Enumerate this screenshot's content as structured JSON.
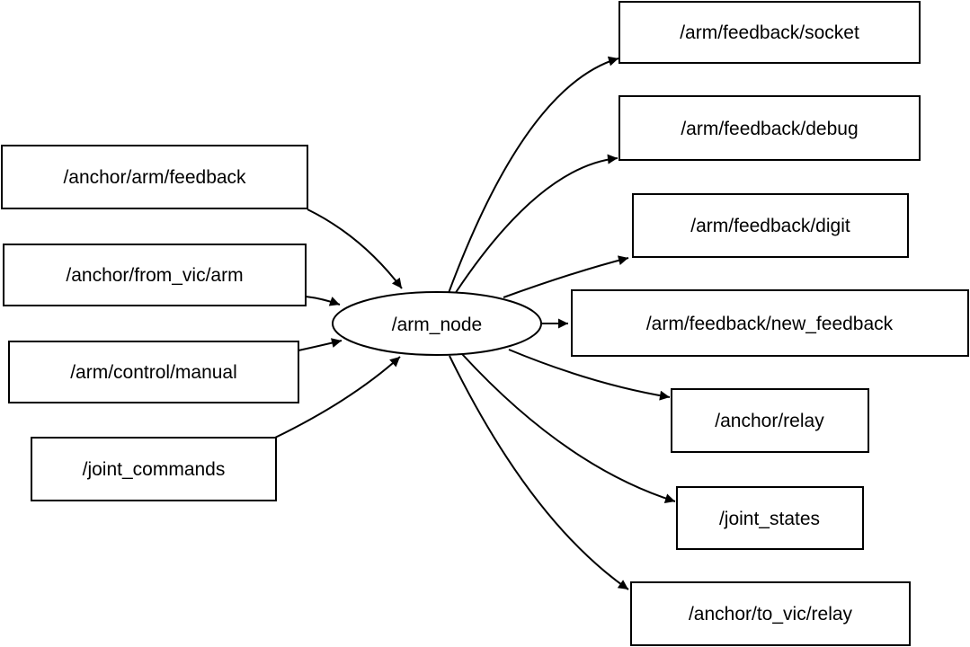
{
  "diagram": {
    "node": "/arm_node",
    "inputs": [
      "/anchor/arm/feedback",
      "/anchor/from_vic/arm",
      "/arm/control/manual",
      "/joint_commands"
    ],
    "outputs": [
      "/arm/feedback/socket",
      "/arm/feedback/debug",
      "/arm/feedback/digit",
      "/arm/feedback/new_feedback",
      "/anchor/relay",
      "/joint_states",
      "/anchor/to_vic/relay"
    ],
    "edges": [
      {
        "from": "/anchor/arm/feedback",
        "to": "/arm_node"
      },
      {
        "from": "/anchor/from_vic/arm",
        "to": "/arm_node"
      },
      {
        "from": "/arm/control/manual",
        "to": "/arm_node"
      },
      {
        "from": "/joint_commands",
        "to": "/arm_node"
      },
      {
        "from": "/arm_node",
        "to": "/arm/feedback/socket"
      },
      {
        "from": "/arm_node",
        "to": "/arm/feedback/debug"
      },
      {
        "from": "/arm_node",
        "to": "/arm/feedback/digit"
      },
      {
        "from": "/arm_node",
        "to": "/arm/feedback/new_feedback"
      },
      {
        "from": "/arm_node",
        "to": "/anchor/relay"
      },
      {
        "from": "/arm_node",
        "to": "/joint_states"
      },
      {
        "from": "/arm_node",
        "to": "/anchor/to_vic/relay"
      }
    ],
    "colors": {
      "background": "#ffffff",
      "node_fill": "#ffffff",
      "stroke": "#000000",
      "text": "#000000"
    }
  }
}
